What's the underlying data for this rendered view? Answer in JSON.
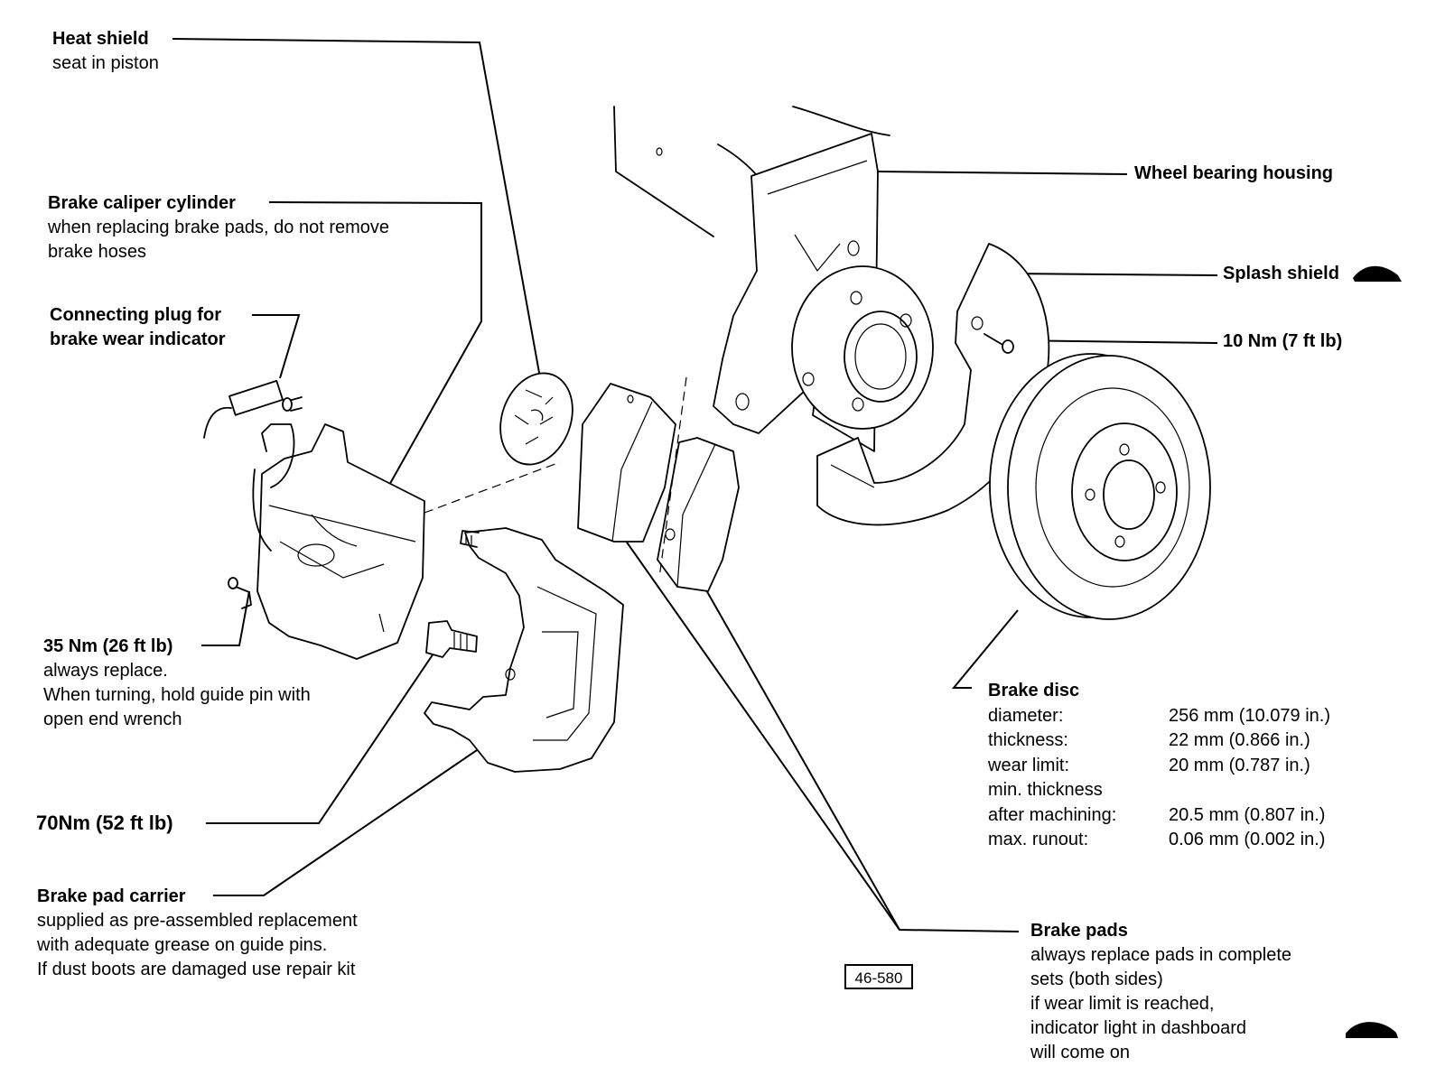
{
  "labels": {
    "heat_shield": {
      "title": "Heat shield",
      "lines": [
        "seat in piston"
      ]
    },
    "caliper": {
      "title": "Brake caliper cylinder",
      "lines": [
        "when replacing brake pads, do not remove",
        "brake hoses"
      ]
    },
    "plug": {
      "title1": "Connecting plug for",
      "title2": "brake wear indicator"
    },
    "bolt35": {
      "title": "35 Nm (26 ft lb)",
      "lines": [
        "always replace.",
        "When turning, hold guide pin with",
        "open end wrench"
      ]
    },
    "bolt70": {
      "title": "70Nm (52 ft lb)"
    },
    "carrier": {
      "title": "Brake pad carrier",
      "lines": [
        "supplied as pre-assembled replacement",
        "with adequate grease on guide pins.",
        "If dust boots are damaged use repair kit"
      ]
    },
    "housing": {
      "title": "Wheel bearing housing"
    },
    "splash": {
      "title": "Splash shield"
    },
    "bolt10": {
      "title": "10 Nm (7 ft lb)"
    },
    "pads": {
      "title": "Brake pads",
      "lines": [
        "always replace pads in complete",
        "sets (both sides)",
        "if wear limit is reached,",
        "indicator light in dashboard",
        "will come on"
      ]
    }
  },
  "disc_spec": {
    "title": "Brake disc",
    "rows": [
      {
        "key": "diameter:",
        "value": "256 mm (10.079 in.)"
      },
      {
        "key": "thickness:",
        "value": "22 mm (0.866 in.)"
      },
      {
        "key": "wear limit:",
        "value": "20 mm (0.787 in.)"
      },
      {
        "key": "min. thickness",
        "value": ""
      },
      {
        "key": "after machining:",
        "value": "20.5 mm (0.807 in.)"
      },
      {
        "key": "max. runout:",
        "value": "0.06 mm (0.002 in.)"
      }
    ]
  },
  "figure_ref": "46-580"
}
